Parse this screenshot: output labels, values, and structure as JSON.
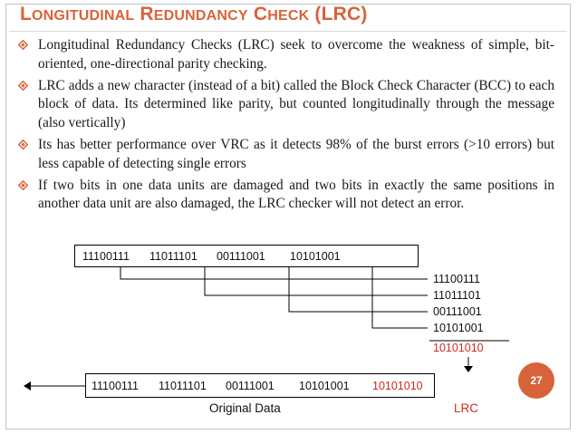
{
  "slide": {
    "title_parts": {
      "L": "L",
      "ongitudinal": "ONGITUDINAL",
      "R": "R",
      "edundancy": "EDUNDANCY",
      "C": "C",
      "heck": "HECK",
      "lrc": "(LRC)"
    },
    "bullets": [
      {
        "text": "Longitudinal Redundancy Checks (LRC) seek to overcome the weakness of simple, bit-oriented, one-directional parity checking."
      },
      {
        "text": "LRC adds a new character (instead of a bit) called the Block Check Character (BCC) to each block of data. Its determined like parity, but counted longitudinally through the message (also vertically)"
      },
      {
        "text": "Its has better performance over VRC as it detects 98% of the burst errors (>10 errors) but less capable of detecting single errors"
      },
      {
        "text": "If two bits in one data units are damaged and two bits in exactly the same positions in another data unit are also damaged, the LRC checker will not detect an error."
      }
    ],
    "page_number": "27",
    "bullet_icon": "hollow-diamond-bullet-icon",
    "colors": {
      "title": "#d8633a",
      "lrc": "#d12a1e",
      "badge": "#d8633a"
    }
  },
  "diagram": {
    "top_units": [
      "11100111",
      "11011101",
      "00111001",
      "10101001"
    ],
    "stack": [
      "11100111",
      "11011101",
      "00111001",
      "10101001"
    ],
    "lrc_value": "10101010",
    "bottom_units": [
      "11100111",
      "11011101",
      "00111001",
      "10101001"
    ],
    "bottom_lrc": "10101010",
    "label_original": "Original Data",
    "label_lrc": "LRC"
  }
}
